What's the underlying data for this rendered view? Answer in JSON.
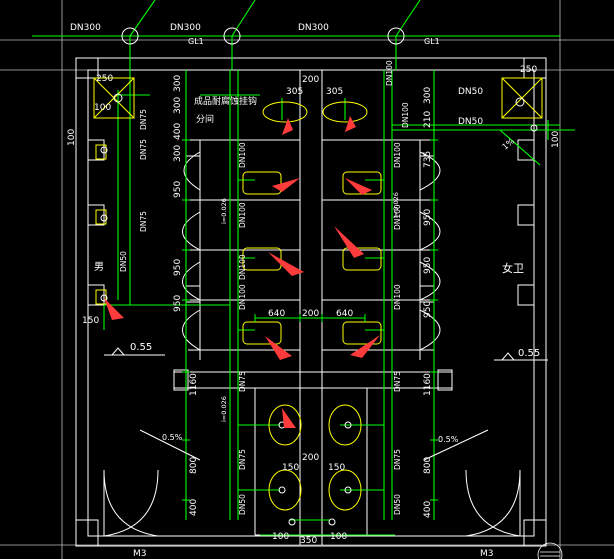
{
  "colors": {
    "background": "#000000",
    "wall": "#ffffff",
    "pipe": "#00ff00",
    "fixture": "#ffff00",
    "dim": "#ffffff",
    "annotation": "#ffffff",
    "grid": "#c8c8c8",
    "arrow": "#ff3b3b"
  },
  "labels": {
    "dn300_left": "DN300",
    "dn300_mid": "DN300",
    "dn300_right": "DN300",
    "gl1_left": "GL1",
    "gl1_right": "GL1",
    "note_line1": "成品耐腐蚀挂钩",
    "note_line2": "分间",
    "dn50_right_top": "DN50",
    "dn50_right_mid": "DN50",
    "dn75_left_a": "DN75",
    "dn75_left_b": "DN75",
    "dn50_left": "DN50",
    "dn100_c1": "DN100",
    "dn100_c2": "DN100",
    "dn100_c3": "DN100",
    "dn100_c4": "DN100",
    "dn100_r1": "DN100",
    "dn100_r2": "DN100",
    "dn100_r3": "DN100",
    "dn75_c1": "DN75",
    "dn75_c2": "DN75",
    "dn75_r1": "DN75",
    "dn75_r2": "DN75",
    "dn50_c1": "DN50",
    "dn50_r1": "DN50",
    "dn100_top_r": "DN100",
    "dn100_top_r2": "DN100",
    "slope_tr": "1%",
    "slope_bl": "0.5%",
    "slope_br": "0.5%",
    "i026_1": "i=0.026",
    "i026_2": "i=0.026",
    "i026_3": "i=0.026",
    "room_male": "男",
    "room_female": "女卫",
    "level_left": "0.55",
    "level_right": "0.55",
    "door_left": "M3",
    "door_right": "M3"
  },
  "dimensions": {
    "d250_tl": "250",
    "d100_tl": "100",
    "d250_tr": "250",
    "d200_top": "200",
    "d305_l": "305",
    "d305_r": "305",
    "d300_v1": "300",
    "d400_v1": "400",
    "d300_v2": "300",
    "d950_v1": "950",
    "d950_v2": "950",
    "d950_v3": "950",
    "d100_v_left": "100",
    "d150_left": "150",
    "d640_l": "640",
    "d200_mid": "200",
    "d640_r": "640",
    "d1160_l": "1160",
    "d800_l": "800",
    "d400_l": "400",
    "d200_bot": "200",
    "d150_bl": "150",
    "d150_br": "150",
    "d100_bot_l": "100",
    "d350_bot": "350",
    "d100_bot_r": "100",
    "d300_rt": "300",
    "d210_rt": "210",
    "d735_r": "735",
    "d950_r1": "950",
    "d950_r2": "950",
    "d950_r3": "950",
    "d1160_r": "1160",
    "d800_r": "800",
    "d400_r": "400",
    "d100_right": "100",
    "d300_v_tr": "300"
  }
}
